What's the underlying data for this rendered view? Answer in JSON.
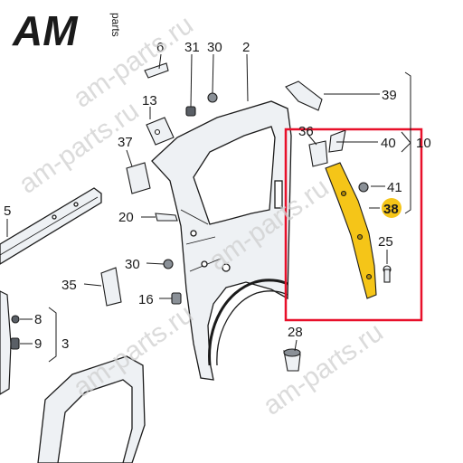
{
  "logo": {
    "main": "AM",
    "sub": "parts"
  },
  "watermarks": [
    "am-parts.ru",
    "am-parts.ru",
    "am-parts.ru",
    "am-parts.ru",
    "am-parts.ru"
  ],
  "callouts": {
    "c6": "6",
    "c31": "31",
    "c30a": "30",
    "c2": "2",
    "c13": "13",
    "c37": "37",
    "c39": "39",
    "c36": "36",
    "c40": "40",
    "c10": "10",
    "c41": "41",
    "c38": "38",
    "c5": "5",
    "c20": "20",
    "c25": "25",
    "c30b": "30",
    "c35": "35",
    "c16": "16",
    "c8": "8",
    "c9": "9",
    "c3": "3",
    "c28": "28"
  },
  "colors": {
    "highlight_frame": "#e8102a",
    "highlight_part": "#f5c518",
    "line": "#1b1b1b",
    "part_fill": "#eef1f4"
  }
}
